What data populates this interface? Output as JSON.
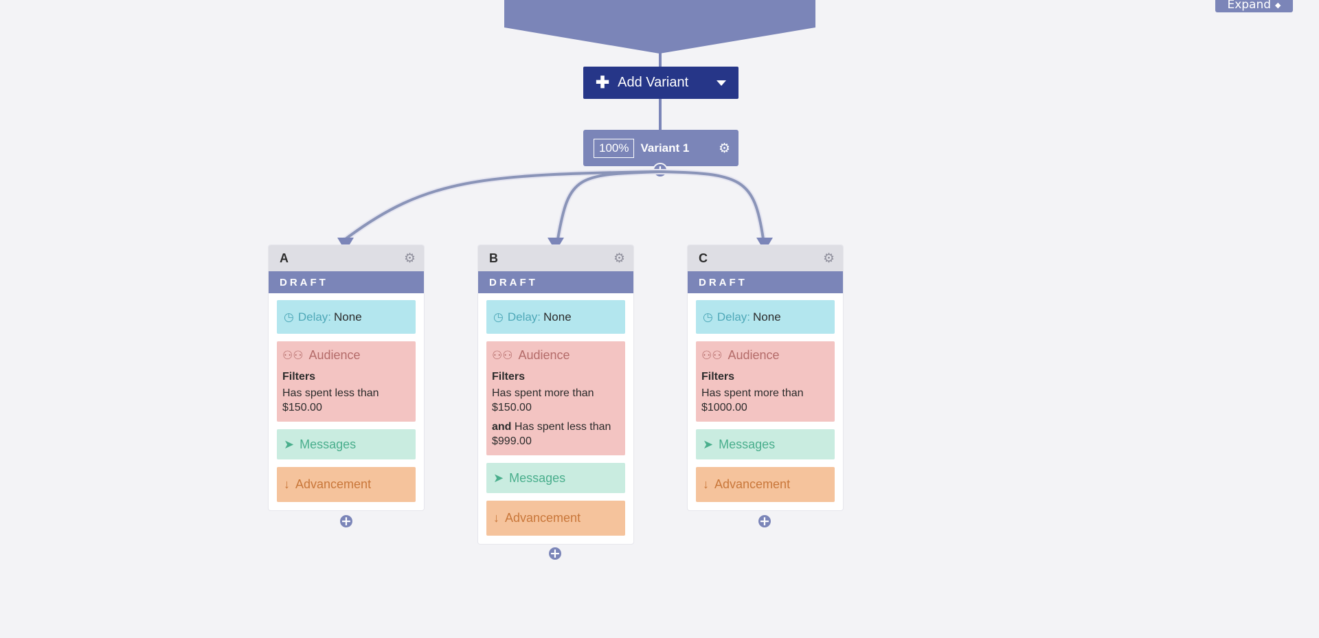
{
  "top": {
    "expand_label": "Expand"
  },
  "add_variant": {
    "label": "Add Variant"
  },
  "variant": {
    "percent": "100%",
    "name": "Variant 1"
  },
  "branches": [
    {
      "name": "A",
      "status": "DRAFT",
      "delay_key": "Delay:",
      "delay_value": "None",
      "audience_label": "Audience",
      "filters_label": "Filters",
      "filter1": "Has spent less than $150.00",
      "messages_label": "Messages",
      "advancement_label": "Advancement"
    },
    {
      "name": "B",
      "status": "DRAFT",
      "delay_key": "Delay:",
      "delay_value": "None",
      "audience_label": "Audience",
      "filters_label": "Filters",
      "filter1": "Has spent more than $150.00",
      "and_label": "and",
      "filter2": "Has spent less than $999.00",
      "messages_label": "Messages",
      "advancement_label": "Advancement"
    },
    {
      "name": "C",
      "status": "DRAFT",
      "delay_key": "Delay:",
      "delay_value": "None",
      "audience_label": "Audience",
      "filters_label": "Filters",
      "filter1": "Has spent more than $1000.00",
      "messages_label": "Messages",
      "advancement_label": "Advancement"
    }
  ],
  "icons": {
    "gear": "gear-icon",
    "plus": "plus-icon",
    "clock": "clock-icon",
    "users": "users-icon",
    "paper_plane": "paper-plane-icon",
    "arrow_down": "arrow-down-icon"
  },
  "colors": {
    "primary": "#263688",
    "accent": "#7b85b8",
    "delay": "#b3e6ee",
    "audience": "#f3c4c2",
    "messages": "#c9ece0",
    "advancement": "#f5c39c"
  }
}
